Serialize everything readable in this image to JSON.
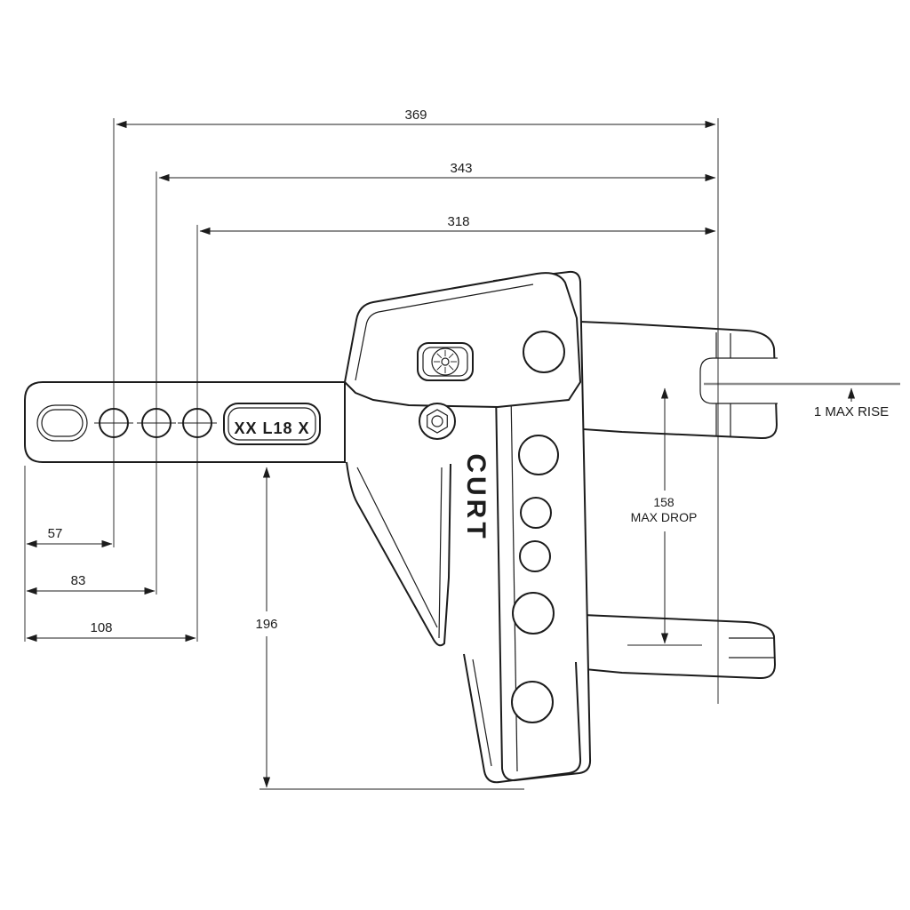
{
  "drawing": {
    "type": "technical-dimension-drawing",
    "subject": "adjustable trailer hitch head with shank, side view"
  },
  "dimensions": {
    "d369": "369",
    "d343": "343",
    "d318": "318",
    "d57": "57",
    "d83": "83",
    "d108": "108",
    "d196": "196",
    "d158": "158",
    "max_drop": "MAX DROP",
    "max_rise": "1 MAX RISE"
  },
  "labels": {
    "stamp": "XX L18 X",
    "brand": "CURT"
  },
  "colors": {
    "line": "#1c1c1c",
    "background": "#ffffff",
    "centerline_gray": "#8d8d8d"
  }
}
